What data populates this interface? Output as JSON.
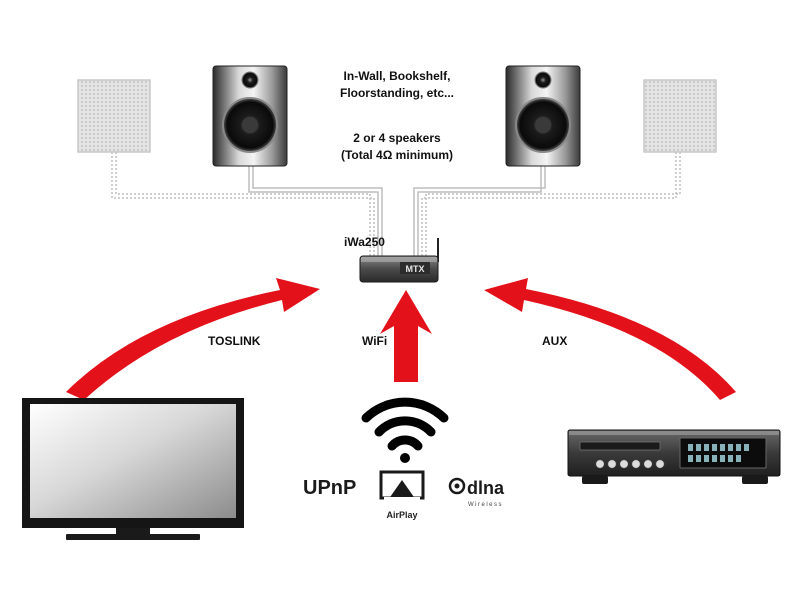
{
  "speaker_note": {
    "line1": "In-Wall, Bookshelf,",
    "line2": "Floorstanding, etc...",
    "line3": "2 or 4 speakers",
    "line4": "(Total 4Ω minimum)"
  },
  "amplifier": {
    "label": "iWa250",
    "brand": "MTX"
  },
  "connections": {
    "toslink": "TOSLINK",
    "wifi": "WiFi",
    "aux": "AUX"
  },
  "protocols": {
    "upnp": "UPnP",
    "airplay": "AirPlay",
    "dlna": "dlna",
    "dlna_sub": "Wireless"
  },
  "colors": {
    "arrow": "#e3121a",
    "wire": "#bdbdbd",
    "text": "#111111"
  },
  "icons": {
    "left_outer_speaker": "in-wall-speaker-icon",
    "left_inner_speaker": "bookshelf-speaker-icon",
    "right_inner_speaker": "bookshelf-speaker-icon",
    "right_outer_speaker": "in-wall-speaker-icon",
    "amp": "amplifier-icon",
    "tv": "tv-icon",
    "player": "cd-player-icon",
    "wifi": "wifi-icon"
  }
}
